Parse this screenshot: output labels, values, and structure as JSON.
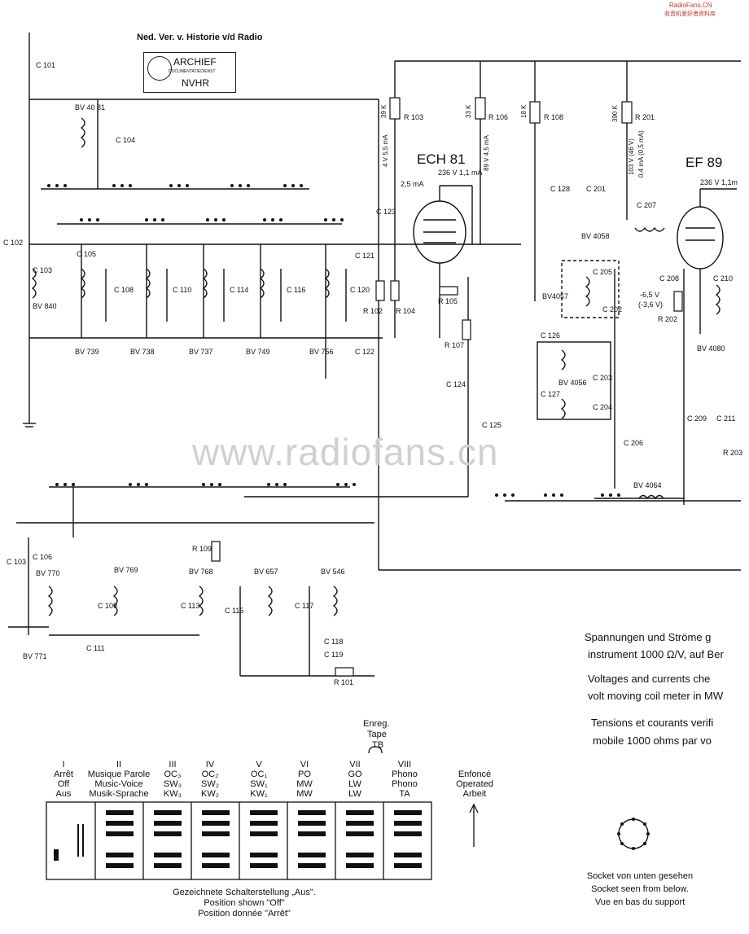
{
  "brand": {
    "site": "RadioFans.CN",
    "subtitle": "收音机爱好者资料库"
  },
  "watermark": "www.radiofans.cn",
  "header": {
    "title": "Ned. Ver. v. Historie v/d Radio"
  },
  "stamp": {
    "line1": "ARCHIEF",
    "line2": "DOCUMENTATIEDIENST",
    "line3": "NVHR"
  },
  "tubes": {
    "t1": "ECH 81",
    "t2": "EF 89"
  },
  "labels": {
    "c101": "C 101",
    "c102": "C 102",
    "c103": "C 103",
    "c104": "C 104",
    "c105": "C 105",
    "c108": "C 108",
    "c110": "C 110",
    "c114": "C 114",
    "c116": "C 116",
    "c120": "C 120",
    "c121": "C 121",
    "c122": "C 122",
    "c123": "C 123",
    "c124": "C 124",
    "c125": "C 125",
    "c126": "C 126",
    "c127": "C 127",
    "c128": "C 128",
    "c201": "C 201",
    "c202": "C 202",
    "c203": "C 203",
    "c204": "C 204",
    "c205": "C 205",
    "c206": "C 206",
    "c207": "C 207",
    "c208": "C 208",
    "c209": "C 209",
    "c210": "C 210",
    "c211": "C 211",
    "r101": "R 101",
    "r102": "R 102",
    "r103": "R 103",
    "r104": "R 104",
    "r105": "R 105",
    "r106": "R 106",
    "r107": "R 107",
    "r108": "R 108",
    "r109": "R 109",
    "r201": "R 201",
    "r202": "R 202",
    "r203": "R 203",
    "bv4081": "BV 40 81",
    "bv840": "BV 840",
    "bv739": "BV 739",
    "bv738": "BV 738",
    "bv737": "BV 737",
    "bv749": "BV 749",
    "bv756": "BV 756",
    "bv4058": "BV 4058",
    "bv4057": "BV4057",
    "bv4056": "BV 4056",
    "bv4080": "BV 4080",
    "bv4064": "BV 4064",
    "bv770": "BV 770",
    "bv769": "BV 769",
    "bv768": "BV 768",
    "bv657": "BV 657",
    "bv546": "BV 546",
    "bv771": "BV 771",
    "c106": "C 106",
    "c109": "C 109",
    "c111": "C 111",
    "c113": "C 113",
    "c115": "C 115",
    "c117": "C 117",
    "c118": "C 118",
    "c119": "C 119",
    "c103b": "C 103",
    "i25": "2,5 mA",
    "v236a": "236 V  1,1 mA",
    "v236b": "236 V  1,1m",
    "v65": "-6,5 V",
    "v36": "(-3,6 V)"
  },
  "values": {
    "v4vbot": "4 V  5,5 mA",
    "v89": "89 V  4,5 mA",
    "v103": "103 V (46 V)",
    "v04": "0,4 mA (0,5 mA)",
    "k39": "39 K",
    "k33": "33 K",
    "k18": "18 K",
    "k390": "390 K"
  },
  "notes": {
    "de1": "Spannungen und Ströme g",
    "de2": "instrument 1000 Ω/V, auf Ber",
    "en1": "Voltages and currents che",
    "en2": "volt moving coil meter in MW",
    "fr1": "Tensions et courants verifi",
    "fr2": "mobile 1000 ohms par vo"
  },
  "table": {
    "enreg": "Enreg.",
    "tape": "Tape",
    "tb": "TB",
    "columns": [
      {
        "num": "I",
        "l1": "Arrêt",
        "l2": "Off",
        "l3": "Aus"
      },
      {
        "num": "II",
        "l1": "Musique Parole",
        "l2": "Music-Voice",
        "l3": "Musik-Sprache"
      },
      {
        "num": "III",
        "l1": "OC₃",
        "l2": "SW₃",
        "l3": "KW₃"
      },
      {
        "num": "IV",
        "l1": "OC₂",
        "l2": "SW₂",
        "l3": "KW₂"
      },
      {
        "num": "V",
        "l1": "OC₁",
        "l2": "SW₁",
        "l3": "KW₁"
      },
      {
        "num": "VI",
        "l1": "PO",
        "l2": "MW",
        "l3": "MW"
      },
      {
        "num": "VII",
        "l1": "GO",
        "l2": "LW",
        "l3": "LW"
      },
      {
        "num": "VIII",
        "l1": "Phono",
        "l2": "Phono",
        "l3": "TA"
      }
    ],
    "pressed": {
      "l1": "Enfoncé",
      "l2": "Operated",
      "l3": "Arbeit"
    },
    "caption": {
      "l1": "Gezeichnete Schalterstellung „Aus\".",
      "l2": "Position shown \"Off\"",
      "l3": "Position donnée \"Arrêt\""
    }
  },
  "socket": {
    "l1": "Socket von unten gesehen",
    "l2": "Socket seen from below.",
    "l3": "Vue en bas du support"
  }
}
